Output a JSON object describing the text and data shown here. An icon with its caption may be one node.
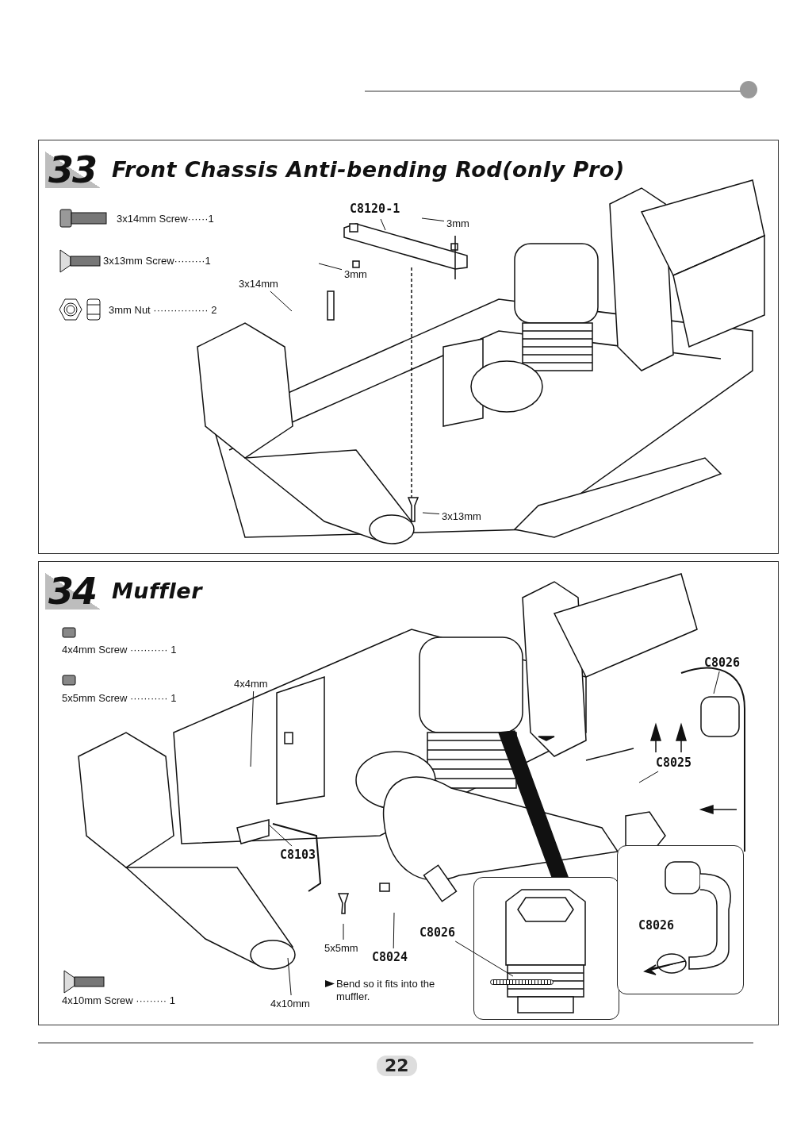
{
  "diagram": {
    "nodes": [
      {
        "text": [
          "33",
          "Front Chassis Anti-bending Rod(only Pro)"
        ]
      },
      {
        "text": [
          "34",
          "Muffler"
        ]
      },
      {
        "text": [
          "C8120-1"
        ],
        "in": 0
      },
      {
        "text": [
          "3mm"
        ],
        "in": 0
      },
      {
        "text": [
          "3mm"
        ],
        "in": 0
      },
      {
        "text": [
          "3x14mm"
        ],
        "in": 0
      },
      {
        "text": [
          "3x13mm"
        ],
        "in": 0
      },
      {
        "text": [
          "4x4mm"
        ],
        "in": 1
      },
      {
        "text": [
          "C8103"
        ],
        "in": 1
      },
      {
        "text": [
          "5x5mm"
        ],
        "in": 1
      },
      {
        "text": [
          "C8024"
        ],
        "in": 1
      },
      {
        "text": [],
        "shape": "box",
        "in": 1
      },
      {
        "text": [
          "C8026"
        ],
        "in": 1
      },
      {
        "text": [
          "C8026"
        ],
        "in": 1
      },
      {
        "text": [
          "C8026"
        ],
        "in": 1
      },
      {
        "text": [
          "C8025"
        ],
        "in": 1
      },
      {
        "text": [
          "4x10mm"
        ],
        "in": 1
      },
      {
        "text": [],
        "shape": "bar",
        "in": 11
      }
    ],
    "edges": [
      {
        "from": 2,
        "to": null,
        "arrow": "none"
      },
      {
        "from": 3,
        "to": null,
        "arrow": "none"
      },
      {
        "from": 4,
        "to": null,
        "arrow": "none"
      },
      {
        "from": 5,
        "to": null,
        "arrow": "none"
      },
      {
        "from": 6,
        "to": null,
        "arrow": "none"
      },
      {
        "from": 7,
        "to": null,
        "arrow": "none"
      },
      {
        "from": 8,
        "to": null,
        "arrow": "none"
      },
      {
        "from": 9,
        "to": null,
        "arrow": "none"
      },
      {
        "from": 10,
        "to": null,
        "arrow": "none"
      },
      {
        "from": 12,
        "to": 17,
        "arrow": "none"
      },
      {
        "from": 14,
        "to": null,
        "arrow": "none"
      },
      {
        "from": 15,
        "to": null,
        "arrow": "none"
      },
      {
        "from": 16,
        "to": null,
        "arrow": "none"
      }
    ],
    "labels": [
      "3x14mm Screw······1",
      "3x13mm Screw·········1",
      "3mm Nut ················ 2",
      "4x4mm Screw ··········· 1",
      "5x5mm Screw ··········· 1",
      "Bend so it fits into the muffler.",
      "4x10mm Screw ········· 1",
      "22"
    ]
  }
}
